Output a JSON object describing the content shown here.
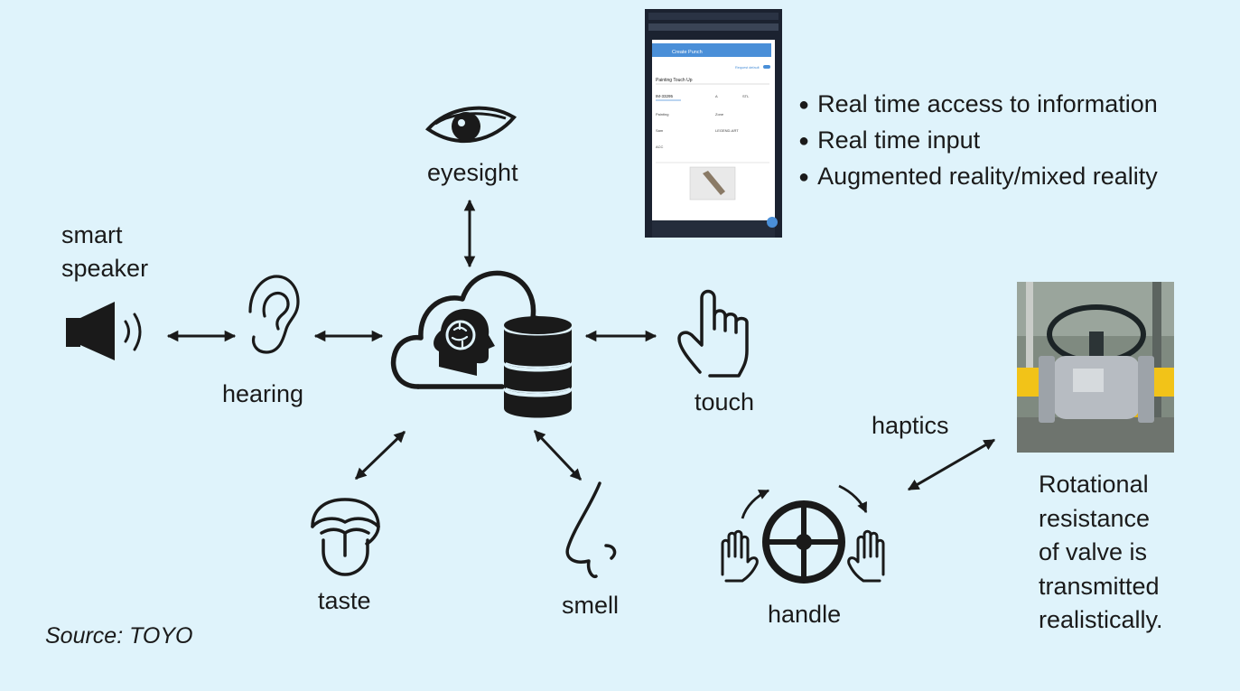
{
  "labels": {
    "smart_speaker_line1": "smart",
    "smart_speaker_line2": "speaker",
    "hearing": "hearing",
    "eyesight": "eyesight",
    "touch": "touch",
    "taste": "taste",
    "smell": "smell",
    "handle": "handle",
    "haptics": "haptics"
  },
  "bullets": [
    "Real time access to information",
    "Real time input",
    "Augmented reality/mixed reality"
  ],
  "caption_lines": [
    "Rotational",
    "resistance",
    "of valve is",
    "transmitted",
    "realistically."
  ],
  "source": "Source: TOYO",
  "phone_screen": {
    "header": "Create Punch",
    "toggle_label": "Request default",
    "title_value": "Painting Touch Up",
    "number_value": "IM-33295",
    "field_values": [
      "A",
      "STL",
      "Painting",
      "Zone",
      "Sam",
      "LEGEND-ART",
      "ACC"
    ]
  },
  "colors": {
    "background": "#dff3fb",
    "line": "#1a1a1a",
    "phone_header": "#4a8fd8",
    "pipe_yellow": "#f2c318",
    "valve_body": "#b7bcc2"
  },
  "icons": [
    "speaker-icon",
    "ear-icon",
    "eye-icon",
    "cloud-brain-icon",
    "database-icon",
    "pointing-hand-icon",
    "tongue-icon",
    "nose-icon",
    "valve-handle-icon",
    "hand-icon"
  ]
}
